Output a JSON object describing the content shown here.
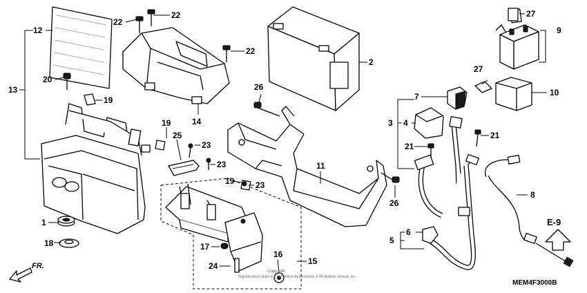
{
  "diagram": {
    "diagram_code": "MEM4F3000B",
    "copyright_line1": "Copyright",
    "copyright_line2": "Reproduction in whole or in part without the permission of ARI Network Services, Inc.",
    "ref_label": "E-9",
    "front_label": "FR.",
    "callouts": {
      "c1": "1",
      "c2": "2",
      "c3": "3",
      "c4": "4",
      "c5": "5",
      "c6": "6",
      "c7": "7",
      "c8": "8",
      "c9": "9",
      "c10": "10",
      "c11": "11",
      "c12": "12",
      "c13": "13",
      "c14": "14",
      "c15": "15",
      "c16": "16",
      "c17": "17",
      "c18": "18",
      "c19a": "19",
      "c19b": "19",
      "c19c": "19",
      "c20": "20",
      "c21a": "21",
      "c21b": "21",
      "c22a": "22",
      "c22b": "22",
      "c22c": "22",
      "c23a": "23",
      "c23b": "23",
      "c23c": "23",
      "c24": "24",
      "c25": "25",
      "c26a": "26",
      "c26b": "26",
      "c27a": "27",
      "c27b": "27"
    }
  }
}
